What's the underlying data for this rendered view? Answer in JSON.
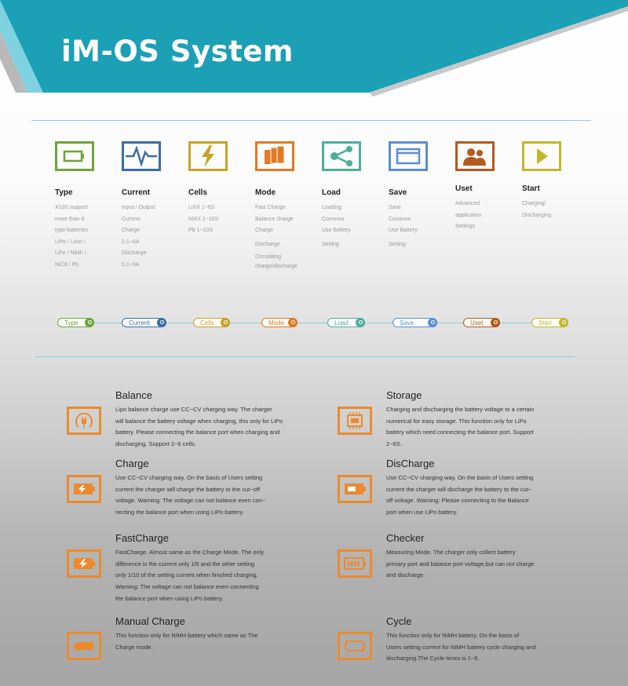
{
  "header": {
    "title": "iM-OS System"
  },
  "colors": {
    "banner": "#1ba0b6",
    "accent": "#ec8a2b",
    "divider": "#8fd0dc",
    "type": "#6ea53a",
    "current": "#3a6ea5",
    "cells": "#c9a227",
    "mode": "#e07a25",
    "load": "#4caf9c",
    "save": "#5b8fd1",
    "uset": "#b35a1f",
    "start": "#c2b82b"
  },
  "features": [
    {
      "name": "Type",
      "icon": "battery-icon",
      "lines": [
        "X100 support",
        "more  than 6",
        "type batteries",
        "LiPo / LiIon /",
        "LiFe / NiMh /",
        "NiCd / Pb"
      ]
    },
    {
      "name": "Current",
      "icon": "waveform-icon",
      "lines": [
        "Input / Output",
        "Current",
        "Charge",
        "0.1~8A",
        "Discharge",
        "0.1~3A"
      ]
    },
    {
      "name": "Cells",
      "icon": "lightning-icon",
      "lines": [
        "LiXX 1~6S",
        "NiXX 1~16S",
        "Pb 1~10S"
      ]
    },
    {
      "name": "Mode",
      "icon": "stack-icon",
      "lines": [
        "Fast Charge",
        "Balance charge",
        "Charge",
        "Discharge",
        "Circulating",
        "charge/discharge"
      ]
    },
    {
      "name": "Load",
      "icon": "network-icon",
      "lines": [
        "Loading",
        "Common",
        "Use Battery",
        "Setting"
      ]
    },
    {
      "name": "Save",
      "icon": "window-icon",
      "lines": [
        "Save",
        "Common",
        "Use Battery",
        "Setting"
      ]
    },
    {
      "name": "Uset",
      "icon": "users-icon",
      "lines": [
        "Advanced",
        "application",
        "Settings"
      ]
    },
    {
      "name": "Start",
      "icon": "play-icon",
      "lines": [
        "Charging/",
        "Discharging"
      ]
    }
  ],
  "pills": [
    {
      "label": "Type"
    },
    {
      "label": "Current"
    },
    {
      "label": "Cells"
    },
    {
      "label": "Mode"
    },
    {
      "label": "Load"
    },
    {
      "label": "Save"
    },
    {
      "label": "Uset"
    },
    {
      "label": "Start"
    }
  ],
  "modes": [
    {
      "title": "Balance",
      "icon": "balance-plug-icon",
      "lines": [
        "Lipo balance charge use CC~CV charging way. The charger",
        "will balance the battery voltage when charging, this only for LiPo",
        "battery. Please connecting the balance port when charging and",
        "discharging. Support 2~6 cells."
      ]
    },
    {
      "title": "Storage",
      "icon": "storage-chip-icon",
      "lines": [
        "Charging and discharging the battery voltage to a certain",
        "numerical  for easy storage. This function only for LiPo",
        "battery which need connecting the balance port. Support",
        "2~6S."
      ]
    },
    {
      "title": "Charge",
      "icon": "charge-battery-icon",
      "lines": [
        "Use CC~CV charging way. On the basis of Users setting",
        "current the charger will charge the battery to the cut~off",
        "voltage. Warning: The voltage can not balance even con~",
        "necting the balance port when using LiPo battery."
      ]
    },
    {
      "title": "DisCharge",
      "icon": "discharge-battery-icon",
      "lines": [
        "Use CC~CV charging way. On the basis of Users setting",
        "current the charger will discharge the battery to the cut~",
        "off voltage. Warning: Please connecting to the Balance",
        "port when use LiPo battery."
      ]
    },
    {
      "title": "FastCharge",
      "icon": "fast-charge-icon",
      "lines": [
        "FastCharge. Almost same as the Charge Mode. The only",
        "difference is the current  only 1/5 and the other setting",
        "only 1/10 of the setting current when finished charging.",
        "Warning: The voltage can not balance even connecting",
        "the balance port when using LiPo battery."
      ]
    },
    {
      "title": "Checker",
      "icon": "checker-meter-icon",
      "lines": [
        "Measuring Mode. The charger only collect battery",
        "primary port and balance port voltage,but can not charge",
        "and discharge."
      ]
    },
    {
      "title": "Manual Charge",
      "icon": "hand-battery-icon",
      "lines": [
        "This function only for NiMH battery which same as The",
        "Charge mode."
      ]
    },
    {
      "title": "Cycle",
      "icon": "cycle-icon",
      "lines": [
        "This function only for NiMH battery. On the basis of",
        "Users setting current for NiMH battery cycle charging and",
        "discharging.The Cycle times is 1~6."
      ]
    }
  ]
}
